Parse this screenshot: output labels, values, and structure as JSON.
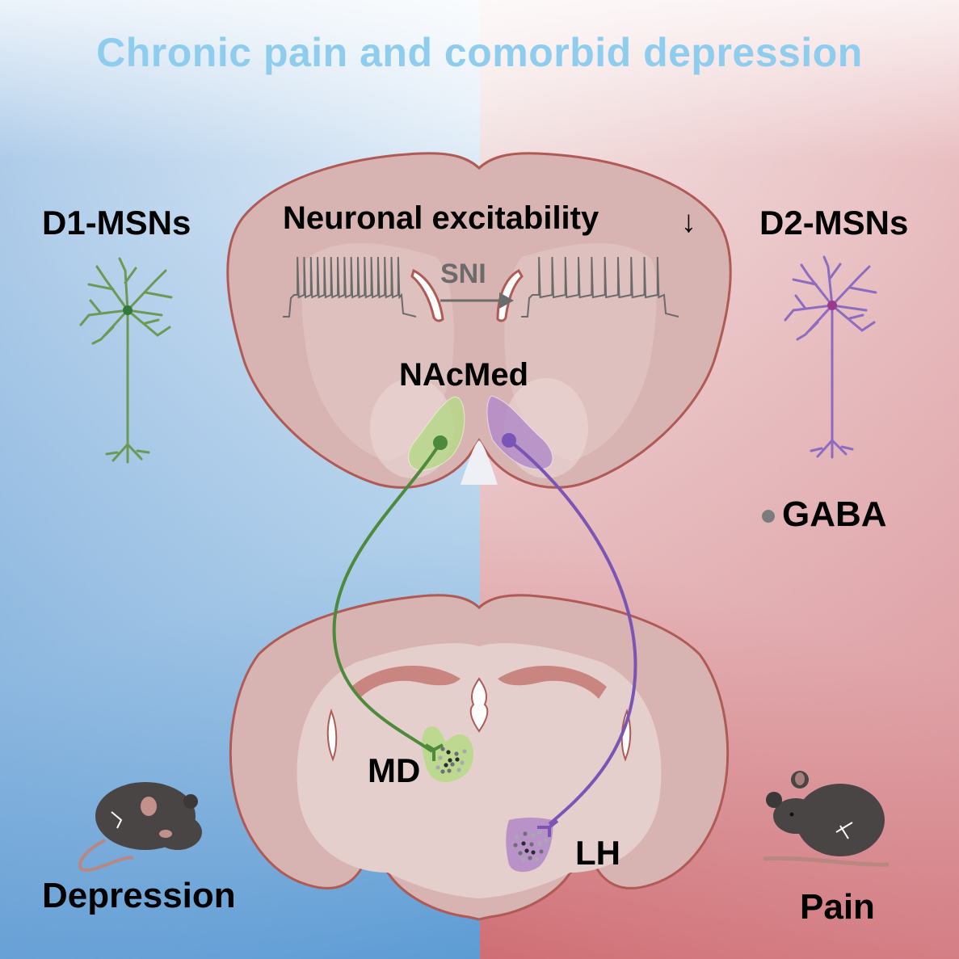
{
  "title": "Chronic pain and comorbid depression",
  "labels": {
    "d1": "D1-MSNs",
    "d2": "D2-MSNs",
    "excitability": "Neuronal excitability",
    "arrow_down": "↓",
    "sni": "SNI",
    "nacmed": "NAcMed",
    "gaba": "GABA",
    "md": "MD",
    "lh": "LH",
    "depression": "Depression",
    "pain": "Pain"
  },
  "colors": {
    "title": "#8ecdee",
    "d1_pathway": "#4e8a3c",
    "d2_pathway": "#7a55b5",
    "brain_tissue": "#d7b3b1",
    "brain_outline": "#b05a55",
    "md_region": "#b8d98a",
    "lh_region": "#b48cc8",
    "depression_side": "#5c9bd4",
    "pain_side": "#cf6e74",
    "gaba_dot": "#7c7c7c",
    "trace": "#6b6b6b"
  },
  "traces": {
    "before_sni_spikes": 16,
    "after_sni_spikes": 10
  }
}
